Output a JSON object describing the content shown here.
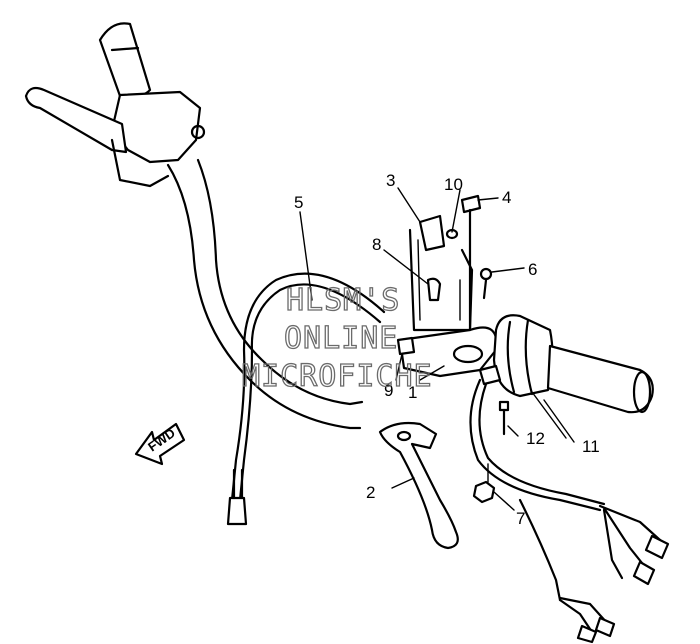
{
  "watermark": {
    "line1": "HLSM'S",
    "line2": "ONLINE",
    "line3": "MICROFICHE"
  },
  "direction_arrow": {
    "label": "FWD"
  },
  "callouts": {
    "c1": "1",
    "c2": "2",
    "c3": "3",
    "c4": "4",
    "c5": "5",
    "c6": "6",
    "c7": "7",
    "c8": "8",
    "c9": "9",
    "c10": "10",
    "c11": "11",
    "c12": "12"
  }
}
